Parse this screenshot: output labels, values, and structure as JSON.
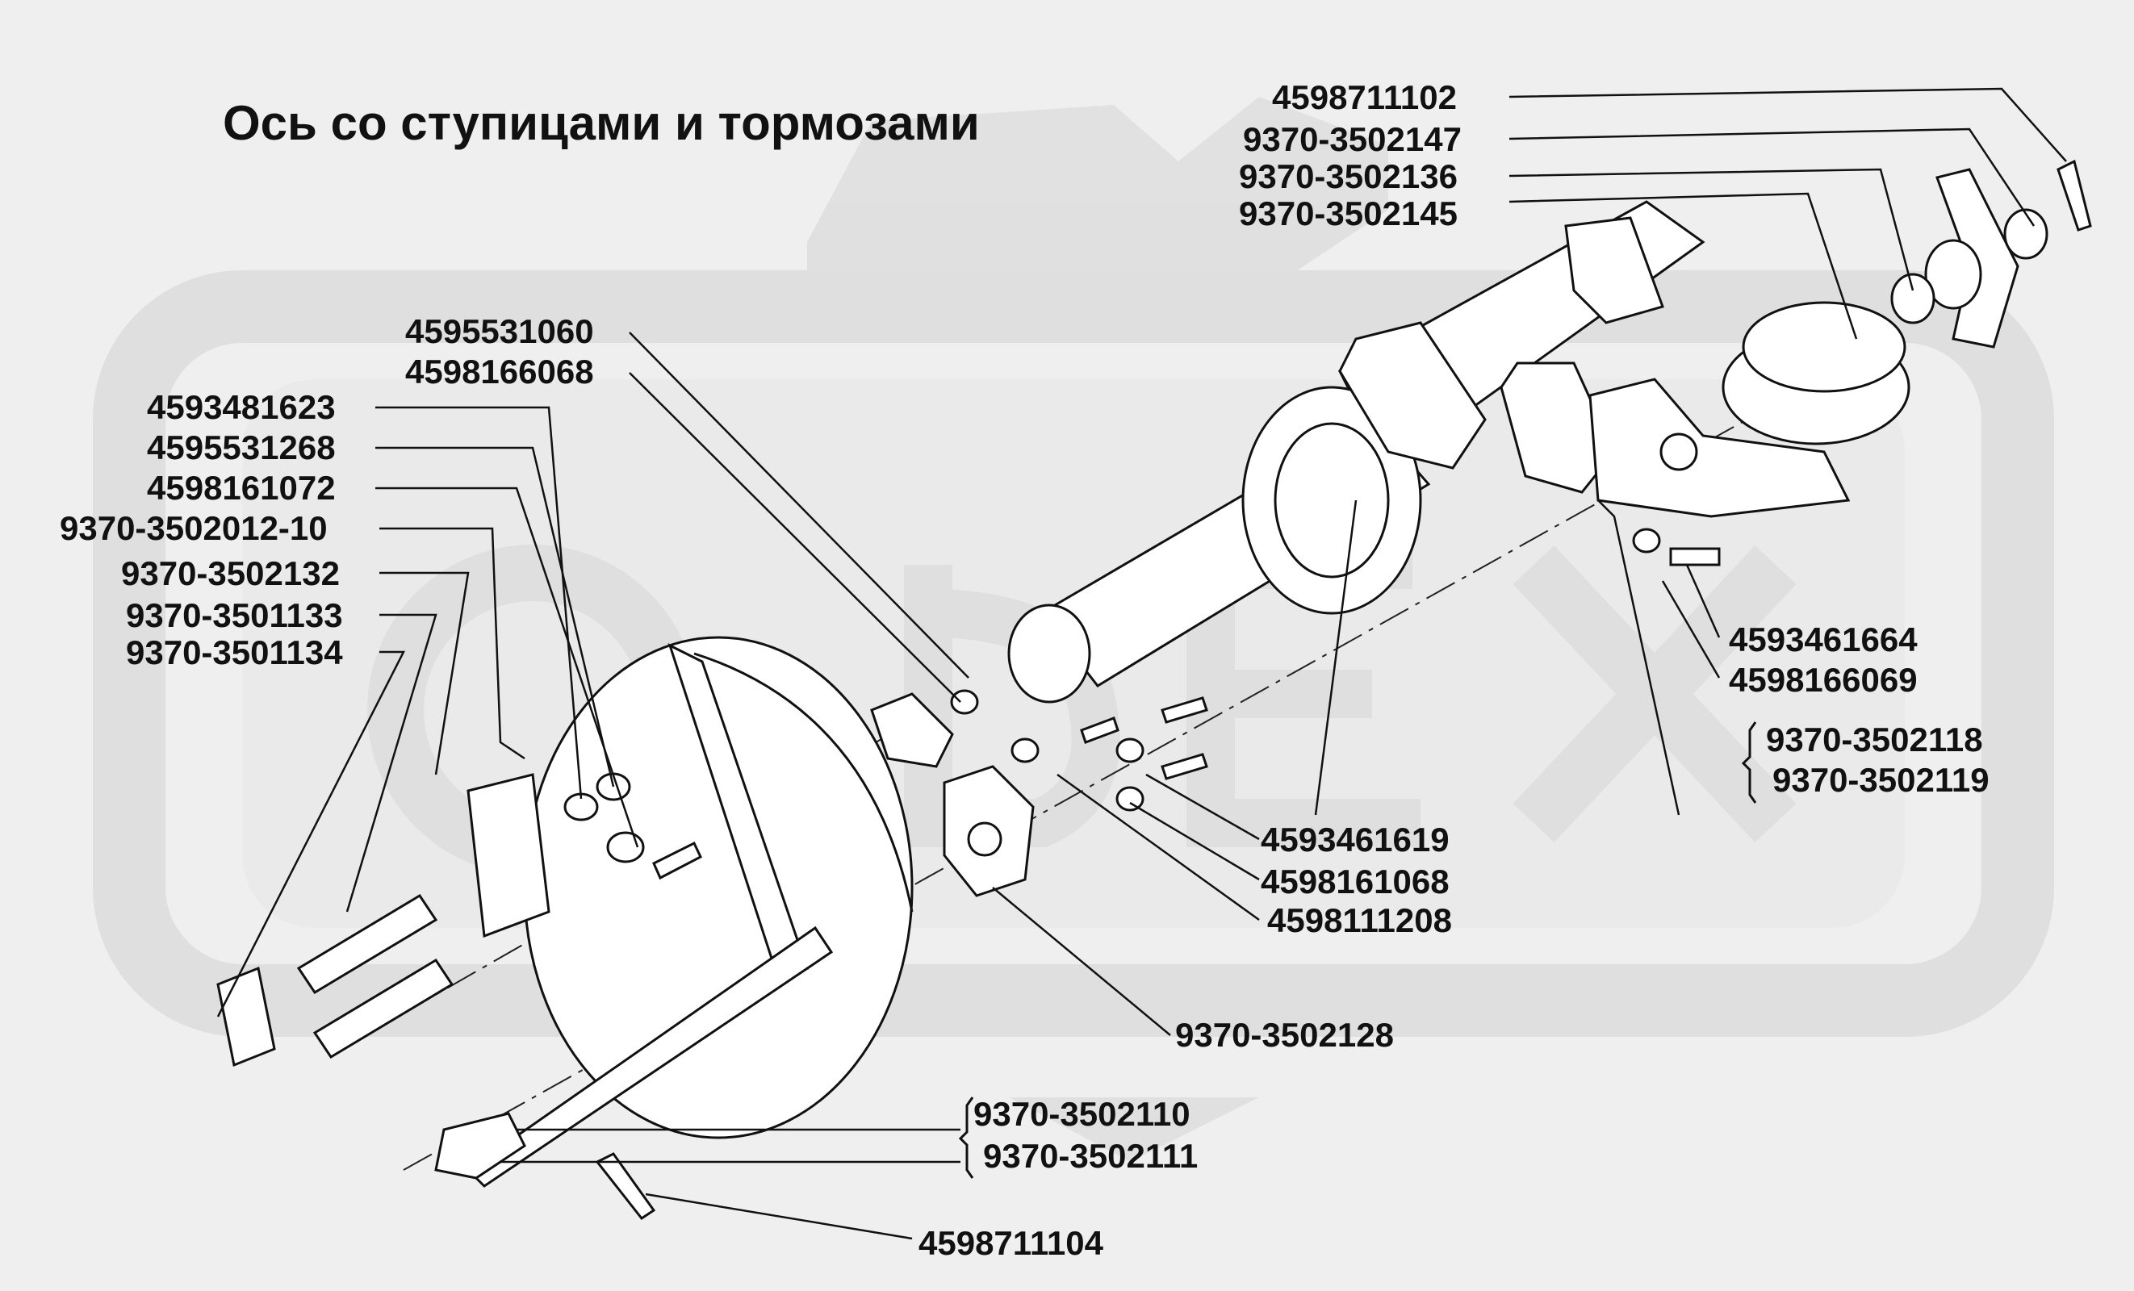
{
  "title": "Ось со ступицами и тормозами",
  "watermark": "ОРЕХ",
  "parts": {
    "p1": "4598711102",
    "p2": "9370-3502147",
    "p3": "9370-3502136",
    "p4": "9370-3502145",
    "p5": "4595531060",
    "p6": "4598166068",
    "p7": "4593481623",
    "p8": "4595531268",
    "p9": "4598161072",
    "p10": "9370-3502012-10",
    "p11": "9370-3502132",
    "p12": "9370-3501133",
    "p13": "9370-3501134",
    "p14": "4593461664",
    "p15": "4598166069",
    "p16": "9370-3502118",
    "p17": "9370-3502119",
    "p18": "4593461619",
    "p19": "4598161068",
    "p20": "4598111208",
    "p21": "9370-3502128",
    "p22": "9370-3502110",
    "p23": "9370-3502111",
    "p24": "4598711104"
  }
}
